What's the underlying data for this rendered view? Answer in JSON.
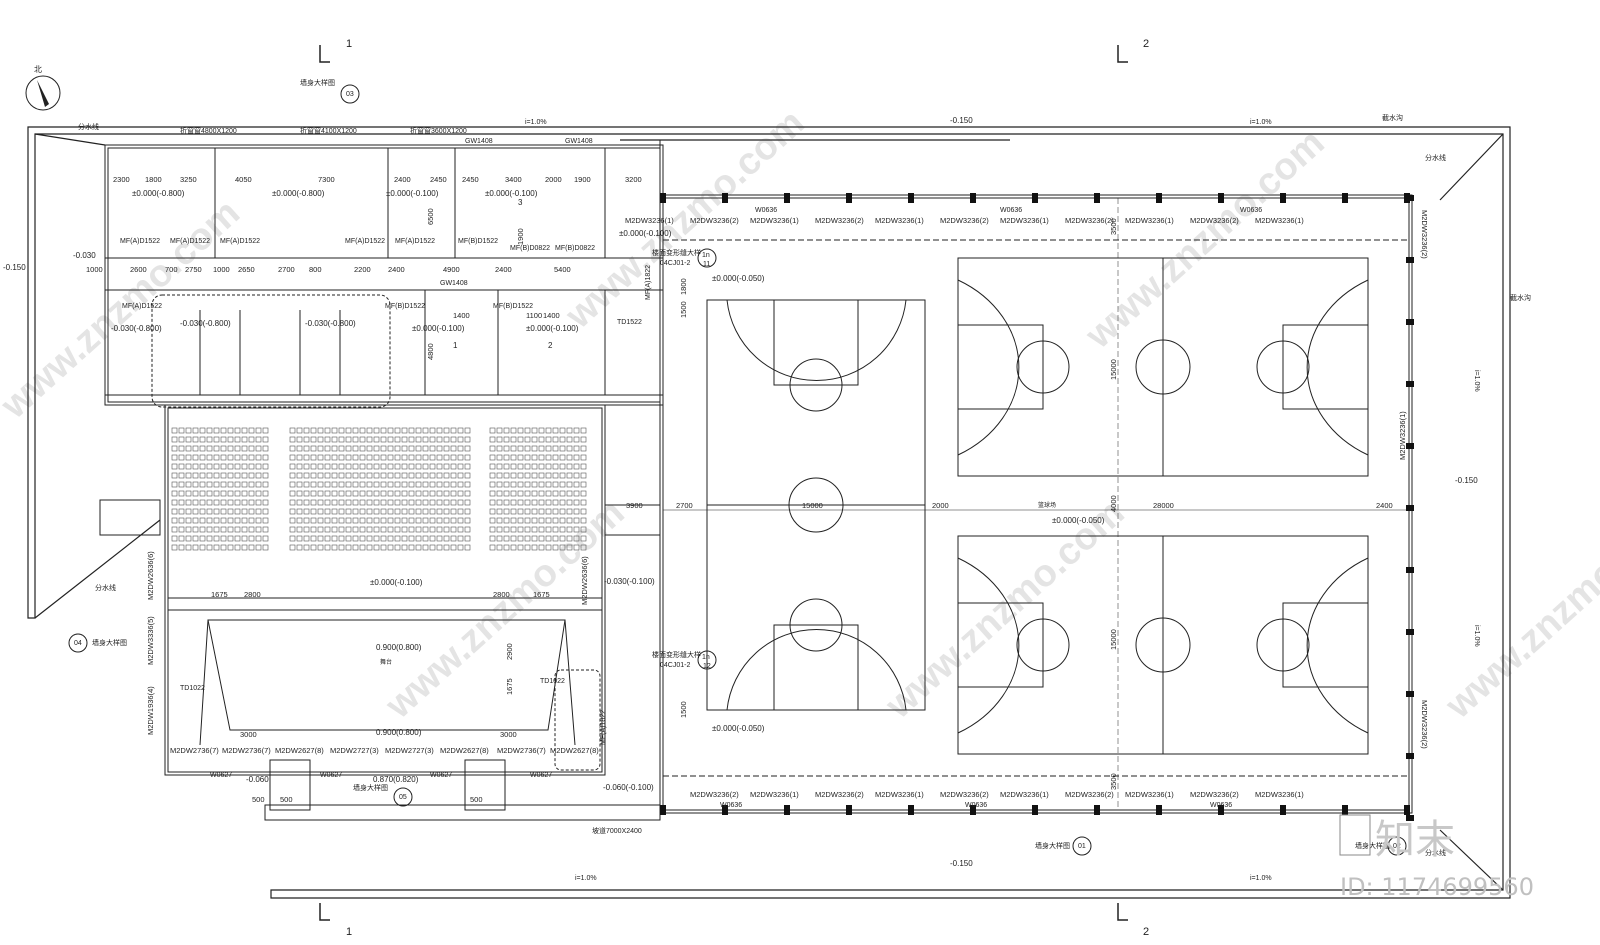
{
  "section_marks": {
    "s1": "1",
    "s2": "2"
  },
  "north_label": "北",
  "levels": {
    "outside_left": "-0.150",
    "outside_top": "-0.150",
    "outside_right": "-0.150",
    "outside_bottom": "-0.150",
    "outside_left2": "-0.030",
    "stage": "0.900(0.800)",
    "stage_front": "0.900(0.800)",
    "hall": "±0.000(-0.100)",
    "aisle": "0.870(0.820)",
    "court_top": "±0.000(-0.050)",
    "court_bottom": "±0.000(-0.050)",
    "court_center": "±0.000(-0.050)",
    "lobby": "±0.000(-0.100)",
    "rm1": "±0.000(-0.800)",
    "rm2": "±0.000(-0.800)",
    "rm3": "±0.000(-0.100)",
    "rm4": "±0.000(-0.100)",
    "wc1": "-0.030(-0.800)",
    "wc2": "-0.030(-0.800)",
    "wc3": "-0.030(-0.800)",
    "r_a": "±0.000(-0.100)",
    "r_b": "±0.000(-0.100)",
    "right_mid": "-0.030(-0.100)",
    "bottom_a": "-0.060",
    "bottom_b": "-0.060(-0.100)"
  },
  "slopes": {
    "top_a": "i=1.0%",
    "top_b": "i=1.0%",
    "right_a": "i=1.0%",
    "right_b": "i=1.0%",
    "bottom_a": "i=1.0%",
    "bottom_b": "i=1.0%"
  },
  "drain_labels": {
    "a": "分水线",
    "b": "分水线",
    "c": "截水沟",
    "d": "截水沟",
    "e": "分水线",
    "f": "分水线"
  },
  "windows_top": {
    "w1": "折窗窗4800X1200",
    "w2": "折窗窗4100X1200",
    "w3": "折窗窗3600X1200"
  },
  "detail_refs": {
    "d03": "03",
    "d04": "04",
    "d05": "05",
    "d01": "01",
    "d02": "02",
    "ref_text": "墙身大样图",
    "in1": "1n",
    "in2": "1n",
    "i11": "11",
    "i12": "12",
    "cj1": "04CJ01-2",
    "cj2": "04CJ01-2",
    "stair": "楼面变形缝大样"
  },
  "dims_top": [
    "2300",
    "1800",
    "3250",
    "4050",
    "7300",
    "2400",
    "2450",
    "2450",
    "3400",
    "2000",
    "1900",
    "3200"
  ],
  "dims_row2": [
    "2600",
    "700",
    "2750",
    "1000",
    "2650",
    "2700",
    "800",
    "2200",
    "2400",
    "4900",
    "2400",
    "5400"
  ],
  "dims_stage": [
    "1675",
    "2800",
    "1675",
    "2800",
    "3000",
    "3000",
    "2900",
    "1675"
  ],
  "dims_court": {
    "a": "2700",
    "b": "2000",
    "c": "28000",
    "d": "2400",
    "e": "15000",
    "f": "15000",
    "g": "15000",
    "h": "4000",
    "i": "3500",
    "j": "3500",
    "k": "15000",
    "l": "1500",
    "m": "1800",
    "n": "1500",
    "o": "1400",
    "p": "1100",
    "q": "1400",
    "r": "6500",
    "s": "1900",
    "t": "4800",
    "u": "3000",
    "v": "500",
    "w": "500",
    "x": "500",
    "y": "3900",
    "z": "1000"
  },
  "door_codes": {
    "mf1": "MF(A)D1522",
    "mf2": "MF(A)D1522",
    "mf3": "MF(A)D1522",
    "mf4": "MF(A)D1522",
    "mf5": "MF(A)D1522",
    "mf6": "MF(B)D1522",
    "mf7": "MF(B)D0822",
    "mf8": "MF(B)D0822",
    "mf9": "MF(A)D1522",
    "mf10": "MF(B)D1522",
    "mf11": "MF(B)D1522",
    "td1": "TD1522",
    "td2": "TD1022",
    "td3": "TD1022",
    "gw1": "GW1408",
    "gw2": "GW1408",
    "gw3": "GW1408",
    "m1": "M2DW3236(1)",
    "m2": "M2DW3236(2)",
    "m3": "M2DW3236(1)",
    "m4": "M2DW3236(2)",
    "m5": "M2DW3236(1)",
    "m6": "M2DW3236(2)",
    "m7": "M2DW3236(1)",
    "m8": "M2DW3236(2)",
    "m9": "M2DW3236(1)",
    "m10": "M2DW3236(2)",
    "m11": "M2DW3236(1)",
    "b1": "M2DW3236(2)",
    "b2": "M2DW3236(1)",
    "b3": "M2DW3236(2)",
    "b4": "M2DW3236(1)",
    "b5": "M2DW3236(2)",
    "b6": "M2DW3236(1)",
    "b7": "M2DW3236(2)",
    "b8": "M2DW3236(1)",
    "b9": "M2DW3236(2)",
    "b10": "M2DW3236(1)",
    "w636": "W0636",
    "w627": "W0627",
    "s1": "M2DW2736(7)",
    "s2": "M2DW2736(7)",
    "s3": "M2DW2627(8)",
    "s4": "M2DW2727(3)",
    "s5": "M2DW2727(3)",
    "s6": "M2DW2627(8)",
    "s7": "M2DW2736(7)",
    "s8": "M2DW2627(8)",
    "v1": "M2DW2636(6)",
    "v2": "M2DW3336(5)",
    "v3": "M2DW1936(4)",
    "v4": "M2DW2636(6)",
    "r1": "M2DW3236(2)",
    "r2": "M2DW3236(1)",
    "r3": "M2DW3236(2)",
    "mf_a": "MF(A)1822",
    "mf_b": "MF(A)1822",
    "mf_c": "MF(A)1822"
  },
  "room_labels": {
    "n1": "1",
    "n2": "2",
    "n3": "3",
    "court": "篮球场",
    "stage": "舞台",
    "ramp": "坡道7000X2400"
  },
  "badge": {
    "brand": "知末",
    "id_text": "ID: 1174699560"
  },
  "watermark": "www.znzmo.com"
}
